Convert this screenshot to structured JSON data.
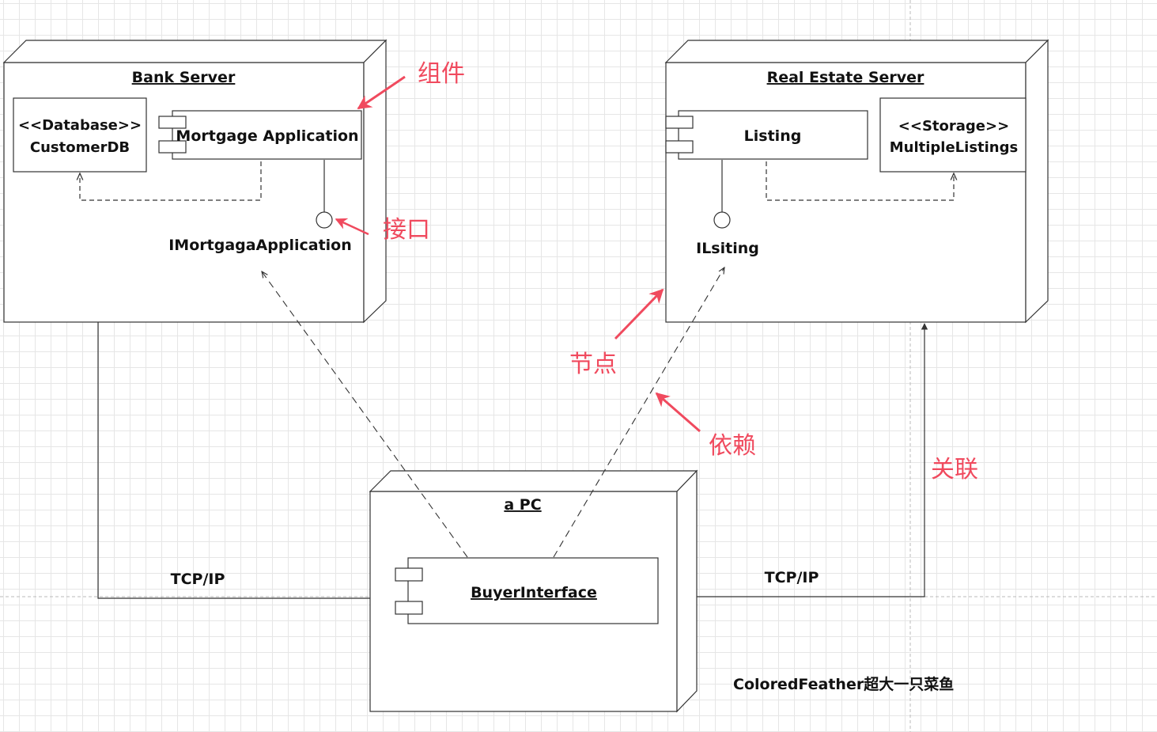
{
  "nodes": {
    "bank": {
      "title": "Bank Server"
    },
    "real_estate": {
      "title": "Real Estate Server"
    },
    "pc": {
      "title": "a PC"
    }
  },
  "components": {
    "customer_db": {
      "stereotype": "<<Database>>",
      "name": "CustomerDB"
    },
    "mortgage": {
      "name": "Mortgage Application"
    },
    "listing": {
      "name": "Listing"
    },
    "multiple_listings": {
      "stereotype": "<<Storage>>",
      "name": "MultipleListings"
    },
    "buyer_interface": {
      "name": "BuyerInterface"
    }
  },
  "interfaces": {
    "imortgage": "IMortgagaApplication",
    "ilisting": "ILsiting"
  },
  "connections": {
    "left_tcp": "TCP/IP",
    "right_tcp": "TCP/IP"
  },
  "annotations": {
    "component": "组件",
    "interface": "接口",
    "node": "节点",
    "dependency": "依赖",
    "association": "关联"
  },
  "watermark": "ColoredFeather超大一只菜鱼",
  "colors": {
    "annotation": "#f04a5e",
    "line": "#333333"
  }
}
